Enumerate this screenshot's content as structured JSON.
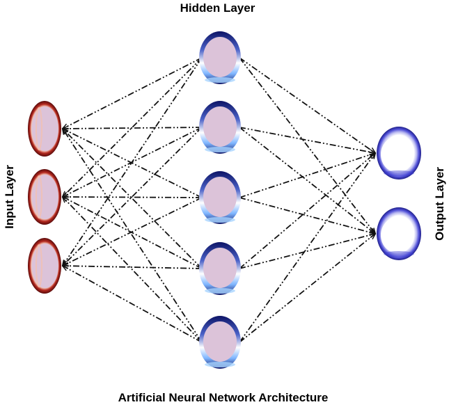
{
  "title": "Hidden Layer",
  "caption": "Artificial Neural Network Architecture",
  "layers": {
    "input": {
      "label": "Input Layer",
      "node_count": 3
    },
    "hidden": {
      "label": "Hidden Layer",
      "node_count": 5
    },
    "output": {
      "label": "Output Layer",
      "node_count": 2
    }
  },
  "colors": {
    "input_rim": "#8b1a1a",
    "input_highlight": "#f2c0b0",
    "hidden_rim": "#1f2a8a",
    "hidden_highlight": "#a9d4ff",
    "output_rim": "#3a3ad0",
    "node_fill": "#dcc3d9",
    "edge": "#111111"
  }
}
